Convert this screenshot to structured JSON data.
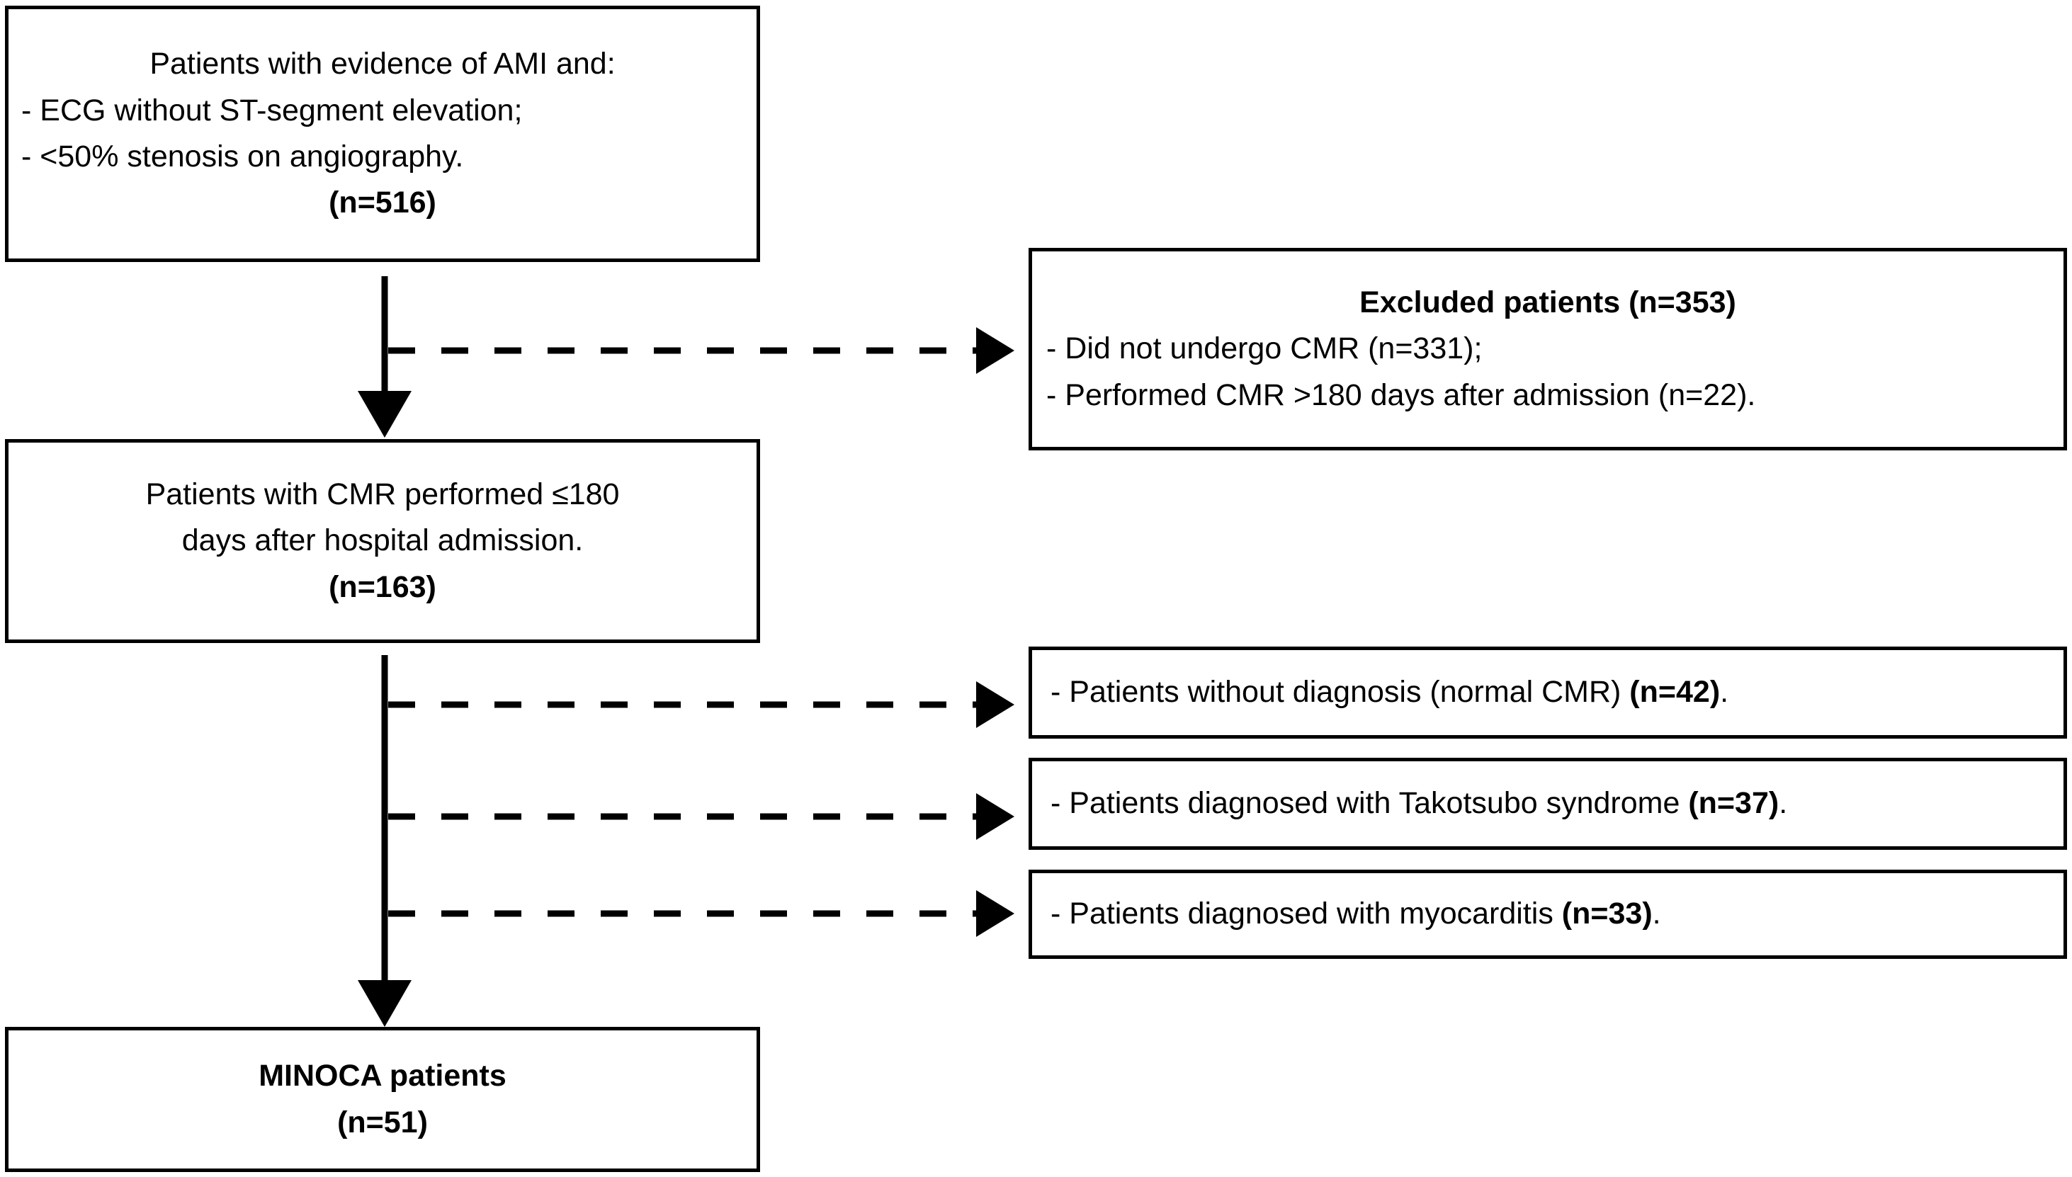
{
  "diagram": {
    "type": "flowchart",
    "title": "MINOCA patient selection flow diagram",
    "orientation": "vertical-with-right-branches",
    "colors": {
      "stroke": "#000000",
      "fill": "#ffffff",
      "text": "#000000"
    }
  },
  "nodes": {
    "inclusion": {
      "id": "box-inclusion",
      "lines": [
        "Patients with evidence of AMI and:",
        "- ECG without ST-segment elevation;",
        "- <50% stenosis on angiography."
      ],
      "count_label": "(n=516)",
      "count_value": 516
    },
    "cmr_performed": {
      "id": "box-cmr-performed",
      "lines": [
        "Patients with CMR performed ≤180",
        "days after hospital admission."
      ],
      "count_label": "(n=163)",
      "count_value": 163
    },
    "excluded": {
      "id": "box-excluded",
      "heading": "Excluded patients (n=353)",
      "heading_count": 353,
      "lines": [
        "- Did not undergo CMR (n=331);",
        "- Performed CMR >180 days after admission (n=22)."
      ],
      "sub_counts": [
        331,
        22
      ]
    },
    "no_diagnosis": {
      "id": "box-no-diagnosis",
      "text_plain": "- Patients without diagnosis (normal CMR) (n=42).",
      "text_prefix": "- Patients without diagnosis (normal CMR) ",
      "count_label": "(n=42)",
      "text_suffix": ".",
      "count_value": 42
    },
    "takotsubo": {
      "id": "box-takotsubo",
      "text_plain": "- Patients diagnosed with Takotsubo syndrome (n=37).",
      "text_prefix": "- Patients diagnosed with Takotsubo syndrome ",
      "count_label": "(n=37)",
      "text_suffix": ".",
      "count_value": 37
    },
    "myocarditis": {
      "id": "box-myocarditis",
      "text_plain": "- Patients diagnosed with myocarditis (n=33).",
      "text_prefix": "- Patients diagnosed with myocarditis ",
      "count_label": "(n=33)",
      "text_suffix": ".",
      "count_value": 33
    },
    "minoca": {
      "id": "box-minoca",
      "title": "MINOCA patients",
      "count_label": "(n=51)",
      "count_value": 51
    }
  },
  "connectors": [
    {
      "name": "arrow-inclusion-to-cmr",
      "style": "solid",
      "direction": "down"
    },
    {
      "name": "arrow-exclusion-1",
      "style": "dashed",
      "direction": "right"
    },
    {
      "name": "arrow-cmr-to-minoca",
      "style": "solid",
      "direction": "down"
    },
    {
      "name": "arrow-exclusion-no-diagnosis",
      "style": "dashed",
      "direction": "right"
    },
    {
      "name": "arrow-exclusion-takotsubo",
      "style": "dashed",
      "direction": "right"
    },
    {
      "name": "arrow-exclusion-myocarditis",
      "style": "dashed",
      "direction": "right"
    }
  ]
}
